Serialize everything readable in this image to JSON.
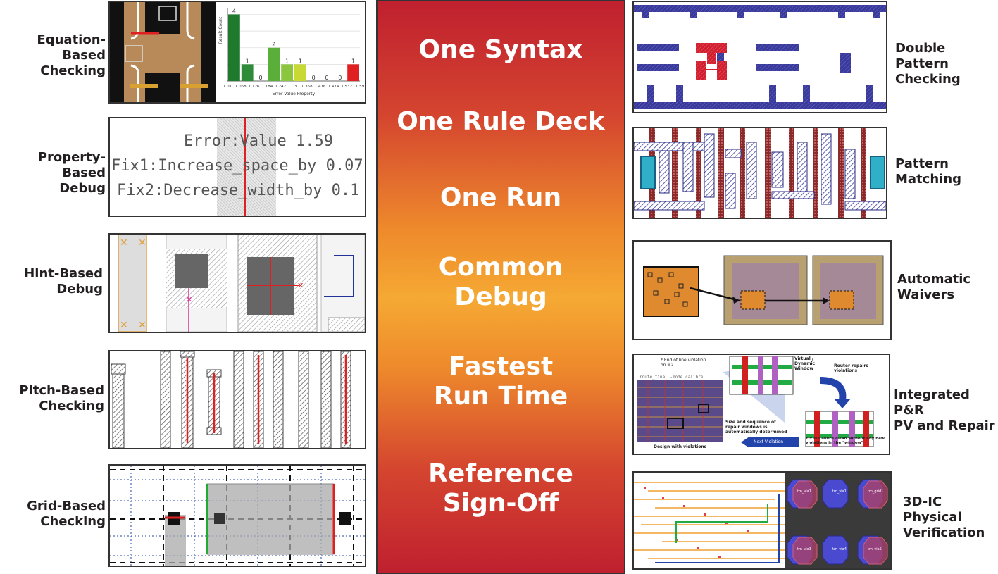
{
  "left_labels": [
    [
      "Equation-Based",
      "Checking"
    ],
    [
      "Property-Based",
      "Debug"
    ],
    [
      "Hint-Based",
      "Debug"
    ],
    [
      "Pitch-Based",
      "Checking"
    ],
    [
      "Grid-Based",
      "Checking"
    ]
  ],
  "right_labels": [
    [
      "Double Pattern",
      "Checking"
    ],
    [
      "Pattern",
      "Matching"
    ],
    [
      "Automatic",
      "Waivers"
    ],
    [
      "Integrated P&R",
      "PV and Repair"
    ],
    [
      "3D-IC",
      "Physical",
      "Verification"
    ]
  ],
  "center": [
    [
      "One Syntax"
    ],
    [
      "One Rule Deck"
    ],
    [
      "One Run"
    ],
    [
      "Common",
      "Debug"
    ],
    [
      "Fastest",
      "Run Time"
    ],
    [
      "Reference",
      "Sign-Off"
    ]
  ],
  "property_debug": {
    "line1": "Error:Value 1.59",
    "line2": "Fix1:Increase_space_by 0.07",
    "line3": "Fix2:Decrease_width_by 0.1"
  },
  "histogram": {
    "ylabel": "Result Count",
    "xlabel": "Error Value Property",
    "categories": [
      "1.01",
      "1.068",
      "1.126",
      "1.184",
      "1.242",
      "1.3",
      "1.358",
      "1.416",
      "1.474",
      "1.532",
      "1.59"
    ],
    "values": [
      4,
      1,
      0,
      2,
      1,
      1,
      0,
      0,
      0,
      1
    ],
    "colors": [
      "#1f7a2e",
      "#2e8b3a",
      "#3d9a40",
      "#5aae3a",
      "#8cc63f",
      "#c8d834",
      "#e8e030",
      "#f0c020",
      "#f09020",
      "#e02020"
    ]
  },
  "pr_repair": {
    "eol": "* End of line violation on M2",
    "window": "Virtual / Dynamic Window",
    "router": "Router repairs violations",
    "script": "route_final -mode calibre ...",
    "size": "Size and sequence of repair windows is automatically determined",
    "next": "Next Violation",
    "design": "Design with violations",
    "fix": "Fix is Calibre clean without any new violations in the \"window\""
  },
  "ic3d": {
    "pads": [
      "tm_via1",
      "tm_via1",
      "tm_grid1",
      "tm_via3",
      "tm_via4",
      "tm_via5"
    ]
  }
}
